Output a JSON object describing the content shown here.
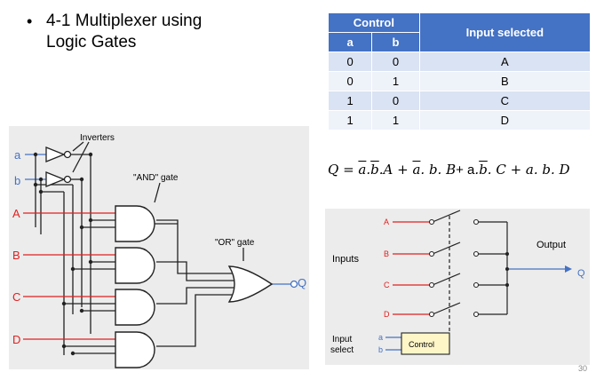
{
  "slide": {
    "bullet_line1": "4-1 Multiplexer using",
    "bullet_line2": "Logic Gates",
    "page_number": "30"
  },
  "truth_table": {
    "header_control": "Control",
    "header_input_selected": "Input selected",
    "col_a": "a",
    "col_b": "b",
    "rows": [
      {
        "a": "0",
        "b": "0",
        "sel": "A"
      },
      {
        "a": "0",
        "b": "1",
        "sel": "B"
      },
      {
        "a": "1",
        "b": "0",
        "sel": "C"
      },
      {
        "a": "1",
        "b": "1",
        "sel": "D"
      }
    ]
  },
  "equation": {
    "lhs": "Q = ",
    "t1_a": "a",
    "dot1": ".",
    "t1_b": "b",
    "t1_in": ".A + ",
    "t2_a": "a",
    "t2_b": ". b. B",
    "plus": "+ a",
    "t3_dot": ".",
    "t3_b": "b",
    "t3_in": ". C + a. b. D"
  },
  "circuit": {
    "in_a": "a",
    "in_b": "b",
    "in_A": "A",
    "in_B": "B",
    "in_C": "C",
    "in_D": "D",
    "label_inverters": "Inverters",
    "label_and": "\"AND\" gate",
    "label_or": "\"OR\" gate",
    "out_Q": "Q"
  },
  "switch_diagram": {
    "inputs_label": "Inputs",
    "output_label": "Output",
    "in_A": "A",
    "in_B": "B",
    "in_C": "C",
    "in_D": "D",
    "out_Q": "Q",
    "select_line1": "Input",
    "select_line2": "select",
    "sel_a": "a",
    "sel_b": "b",
    "control_label": "Control"
  },
  "colors": {
    "table_header": "#4472c4",
    "table_row_dark": "#dae3f3",
    "table_row_light": "#eef2f9",
    "signal_a_b": "#4472c4",
    "signal_inputs": "#e02020",
    "wire": "#222222",
    "panel_bg": "#ececec"
  }
}
